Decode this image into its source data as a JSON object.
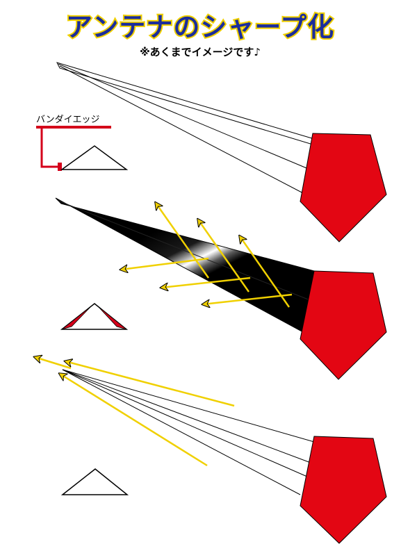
{
  "title": "アンテナのシャープ化",
  "subtitle": "※あくまでイメージです♪",
  "bandy_edge_label": "バンダイエッジ",
  "colors": {
    "title_fill": "#1b2d9c",
    "title_outline": "#f0d000",
    "head_red": "#e30613",
    "edge_red": "#d4001a",
    "arrow_yellow": "#f0d000",
    "antenna_black": "#000000"
  },
  "panels": [
    {
      "name": "normal-antenna",
      "antenna_style": "outline",
      "cross_section": "plain-triangle-with-bandy-edge"
    },
    {
      "name": "shaded-antenna",
      "antenna_style": "gradient",
      "cross_section": "triangle-with-red-edges",
      "arrows": 6
    },
    {
      "name": "sharpened-antenna",
      "antenna_style": "thin-lines",
      "cross_section": "plain-triangle",
      "arrows": 3
    }
  ]
}
